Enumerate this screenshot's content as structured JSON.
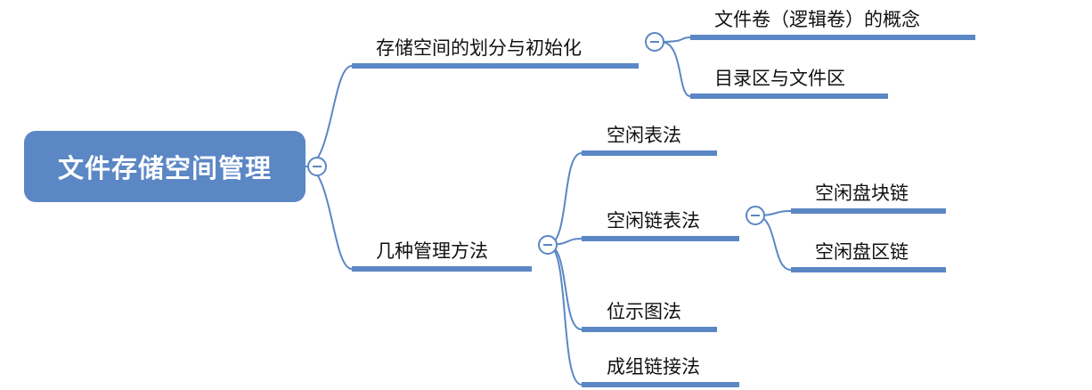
{
  "root": {
    "label": "文件存储空间管理"
  },
  "branches": [
    {
      "label": "存储空间的划分与初始化",
      "children": [
        {
          "label": "文件卷（逻辑卷）的概念"
        },
        {
          "label": "目录区与文件区"
        }
      ]
    },
    {
      "label": "几种管理方法",
      "children": [
        {
          "label": "空闲表法"
        },
        {
          "label": "空闲链表法",
          "children": [
            {
              "label": "空闲盘块链"
            },
            {
              "label": "空闲盘区链"
            }
          ]
        },
        {
          "label": "位示图法"
        },
        {
          "label": "成组链接法"
        }
      ]
    }
  ],
  "colors": {
    "accent": "#5b87c5",
    "text": "#111111",
    "root_text": "#ffffff"
  },
  "icons": {
    "collapse": "minus-circle-icon"
  }
}
